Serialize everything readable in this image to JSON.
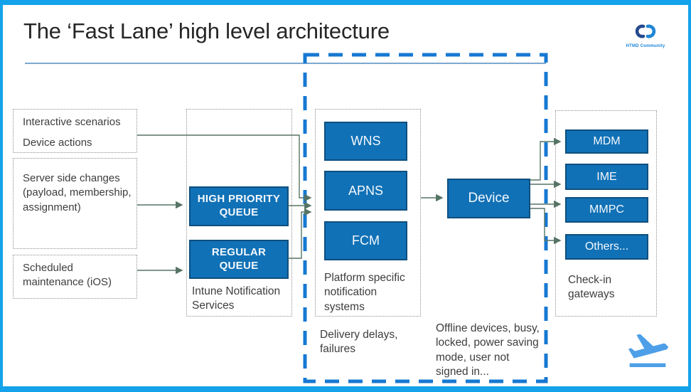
{
  "title": "The ‘Fast Lane’ high level architecture",
  "logo": {
    "caption": "HTMD Community"
  },
  "sources": [
    {
      "line1": "Interactive scenarios",
      "line2": "Device actions"
    },
    {
      "text": "Server side changes\n(payload, membership,\nassignment)"
    },
    {
      "text": "Scheduled\nmaintenance (iOS)"
    }
  ],
  "intune": {
    "high_priority_queue": "HIGH PRIORITY\nQUEUE",
    "regular_queue": "REGULAR\nQUEUE",
    "label": "Intune Notification\nServices"
  },
  "platform": {
    "wns": "WNS",
    "apns": "APNS",
    "fcm": "FCM",
    "label": "Platform specific\nnotification\nsystems"
  },
  "device": "Device",
  "checkin": {
    "mdm": "MDM",
    "ime": "IME",
    "mmpc": "MMPC",
    "others": "Others...",
    "label": "Check-in\ngateways"
  },
  "notes": {
    "delivery": "Delivery delays,\nfailures",
    "offline": "Offline devices, busy,\nlocked, power saving\nmode, user not\nsigned in..."
  },
  "colors": {
    "box_fill": "#1171b6",
    "box_border": "#0e4f7e",
    "dashed_highlight": "#1678d2",
    "slide_frame": "#14a3ea",
    "arrow": "#567465"
  }
}
